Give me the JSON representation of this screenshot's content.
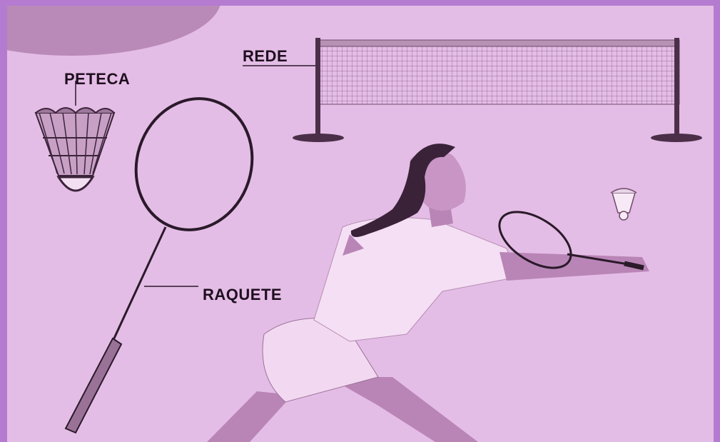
{
  "labels": {
    "shuttlecock": "PETECA",
    "racket": "RAQUETE",
    "net": "REDE"
  },
  "colors": {
    "frame": "#b57bd0",
    "background": "#e4bde6",
    "ink": "#1e0f1e"
  },
  "icons": [
    "shuttlecock-icon",
    "racket-icon",
    "net-icon",
    "player-figure"
  ]
}
